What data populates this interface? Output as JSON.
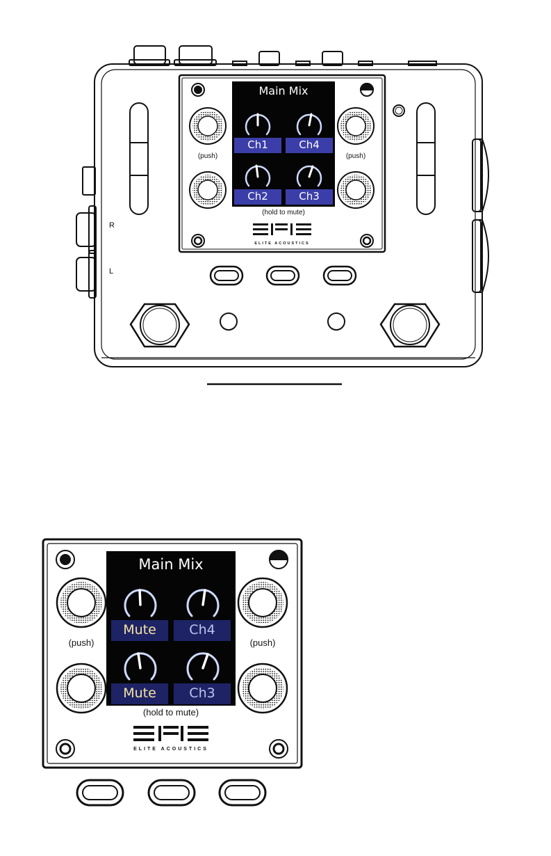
{
  "device": {
    "screen": {
      "title": "Main Mix",
      "channels": [
        "Ch1",
        "Ch4",
        "Ch2",
        "Ch3"
      ]
    },
    "labels": {
      "push_left": "(push)",
      "push_right": "(push)",
      "hold_to_mute": "(hold to mute)",
      "jack_r": "R",
      "jack_l": "L"
    },
    "logo": {
      "mark": "EAE",
      "text": "ELITE ACOUSTICS"
    }
  },
  "detail": {
    "screen": {
      "title": "Main Mix",
      "channels": [
        "Mute",
        "Ch4",
        "Mute",
        "Ch3"
      ]
    },
    "labels": {
      "push_left": "(push)",
      "push_right": "(push)",
      "hold_to_mute": "(hold to mute)"
    },
    "logo": {
      "mark": "EAE",
      "text": "ELITE ACOUSTICS"
    }
  },
  "colors": {
    "outline": "#111111",
    "screen_bg": "#050505",
    "channel_active_bg": "#3b3ea8",
    "channel_dim_bg": "#1e2366",
    "mute_text": "#f4e3a0",
    "dim_text": "#bcc3ee",
    "knob_arc": "#cdd9ff"
  }
}
